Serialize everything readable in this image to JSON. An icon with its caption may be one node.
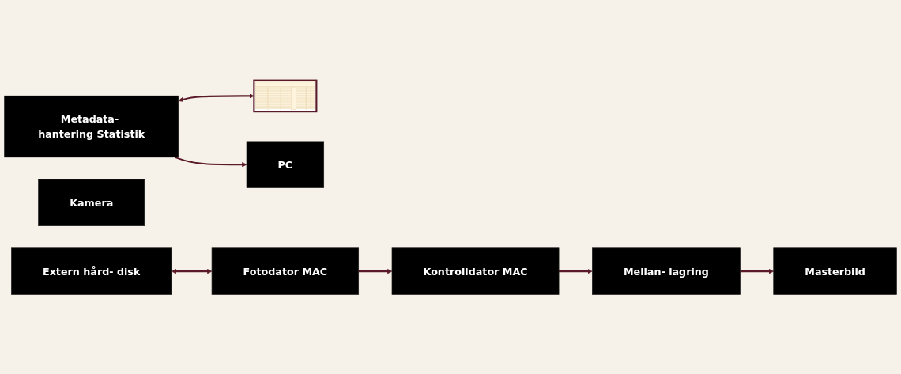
{
  "diagram": {
    "nodes": [
      {
        "text": [
          "Metadata- hantering Statistik"
        ]
      },
      {
        "text": [],
        "shape": "picture"
      },
      {
        "text": [
          "Kamera"
        ]
      },
      {
        "text": [
          "Extern hård- disk"
        ]
      },
      {
        "text": [
          "Fotodator MAC"
        ]
      },
      {
        "text": [
          "PC"
        ]
      },
      {
        "text": [
          "Kontrolldator MAC"
        ]
      },
      {
        "text": [
          "Mellan- lagring"
        ]
      },
      {
        "text": [
          "Masterbild"
        ]
      }
    ],
    "edges": [
      {
        "from": 0,
        "to": 1,
        "arrow": "both"
      },
      {
        "from": 0,
        "to": 5,
        "arrow": "to"
      },
      {
        "from": 3,
        "to": 4,
        "arrow": "both"
      },
      {
        "from": 4,
        "to": 6,
        "arrow": "to"
      },
      {
        "from": 6,
        "to": 7,
        "arrow": "to"
      },
      {
        "from": 7,
        "to": 8,
        "arrow": "to"
      }
    ]
  }
}
